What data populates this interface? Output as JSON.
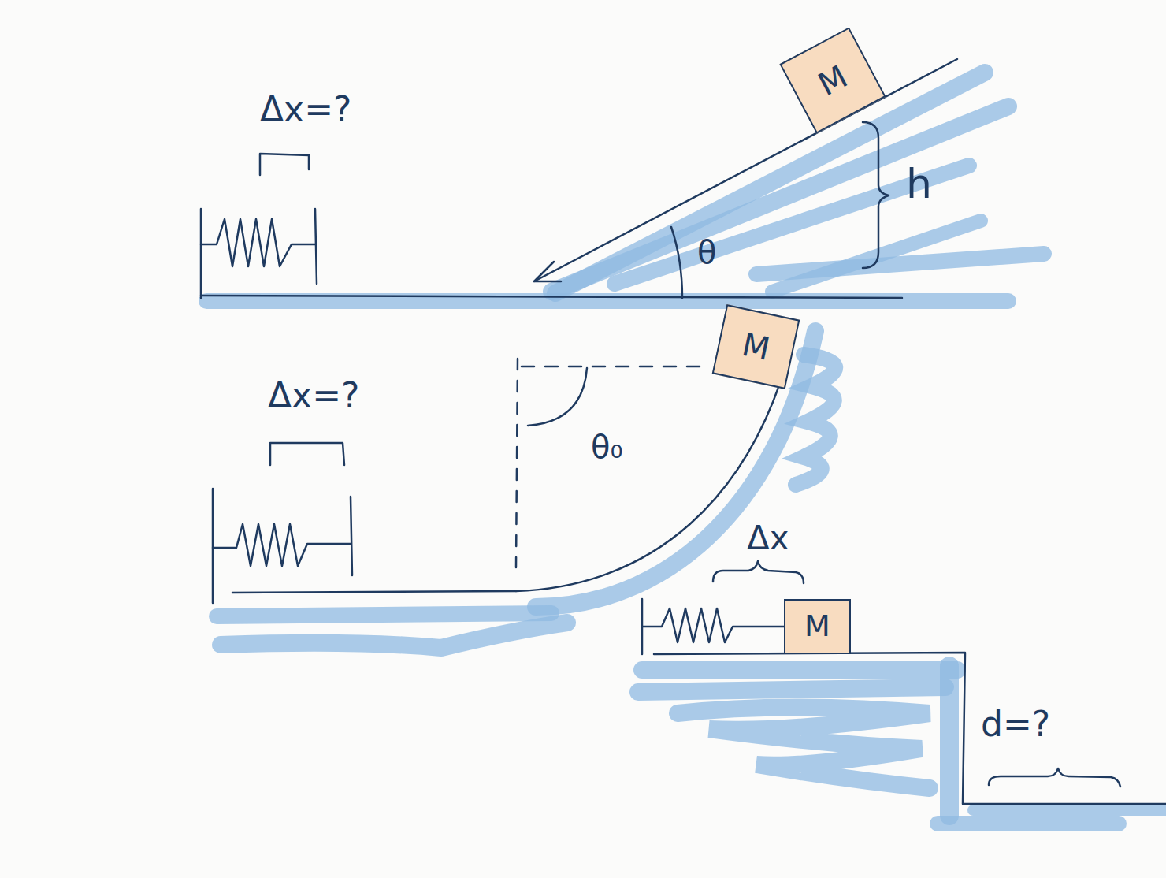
{
  "diagram": {
    "nodes": [
      {
        "text": [
          "M"
        ]
      },
      {
        "text": [
          "M"
        ]
      },
      {
        "text": [
          "M"
        ]
      }
    ],
    "labels": [
      "Δx=?",
      "h",
      "θ",
      "Δx=?",
      "θ₀",
      "Δx",
      "d=?"
    ]
  }
}
